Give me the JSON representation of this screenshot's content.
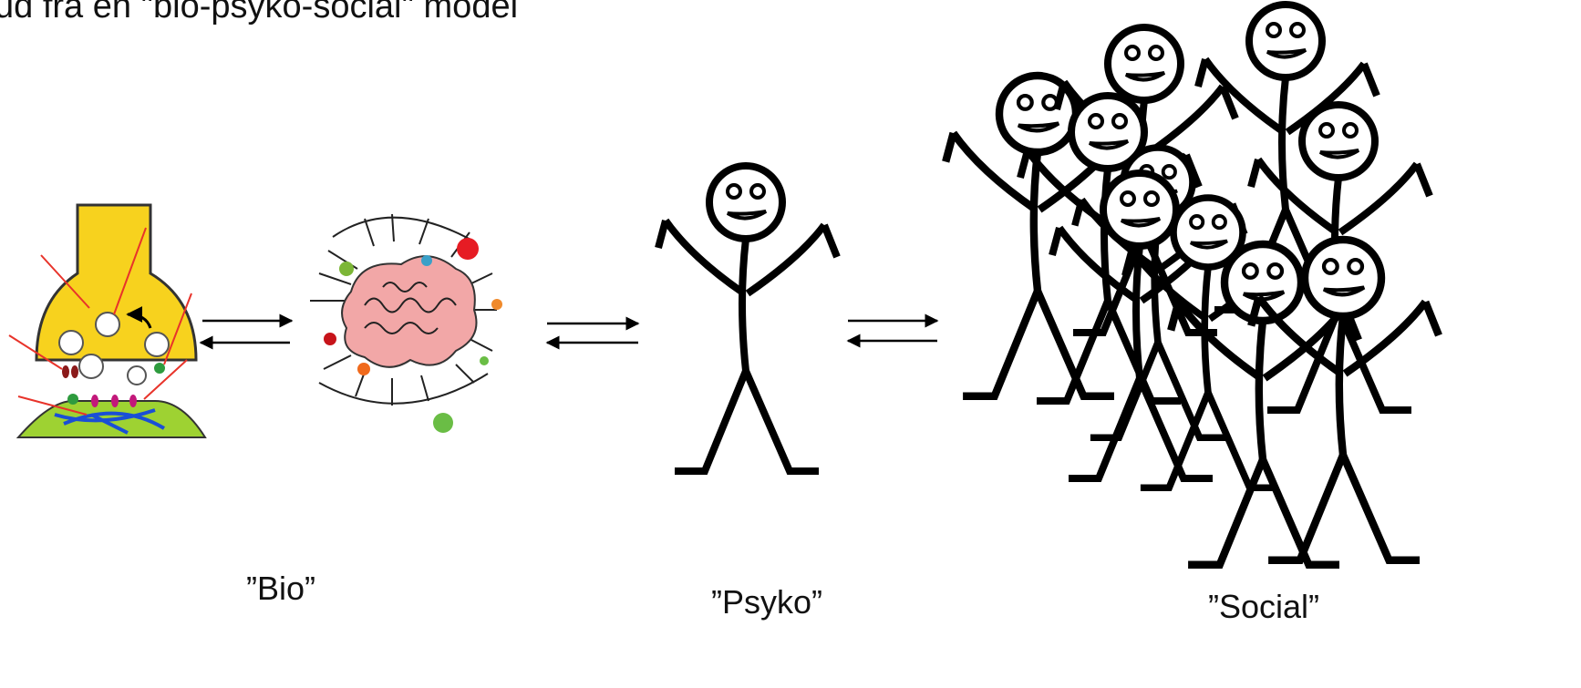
{
  "title": "ud fra en \"bio-psyko-social\" model",
  "labels": {
    "bio": "”Bio”",
    "psyko": "”Psyko”",
    "social": "”Social”"
  },
  "colors": {
    "synapse_yellow": "#f7d21e",
    "postsynaptic_green": "#9ed232",
    "brain_pink": "#f2a7a7",
    "stroke": "#000000",
    "signal_red": "#e8332a"
  }
}
